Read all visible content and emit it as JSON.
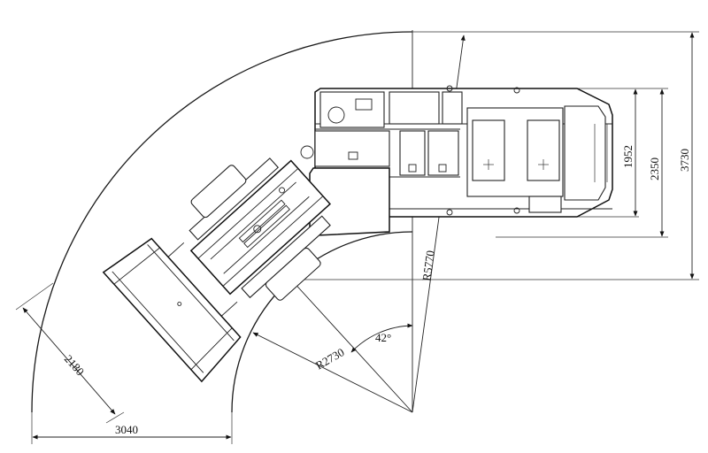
{
  "dimensions": {
    "width_1952": "1952",
    "width_2350": "2350",
    "width_3730": "3730",
    "outer_radius": "R5770",
    "inner_radius": "R2730",
    "articulation_angle": "42°",
    "bucket_width": "2180",
    "turning_width": "3040"
  }
}
